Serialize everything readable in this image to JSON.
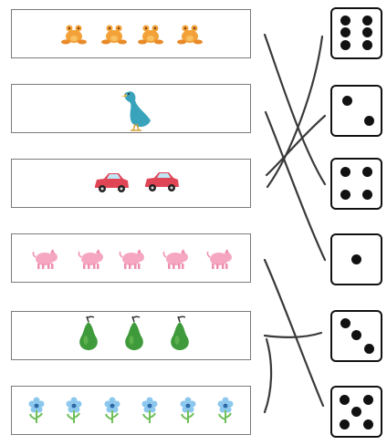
{
  "worksheet": {
    "rows": [
      {
        "icon": "frog-icon",
        "count": 4
      },
      {
        "icon": "duck-icon",
        "count": 1
      },
      {
        "icon": "car-icon",
        "count": 2
      },
      {
        "icon": "pig-icon",
        "count": 5
      },
      {
        "icon": "pear-icon",
        "count": 3
      },
      {
        "icon": "flower-icon",
        "count": 6
      }
    ],
    "dice": [
      6,
      2,
      4,
      1,
      3,
      5
    ],
    "colors": {
      "frog": "#f0a030",
      "duck": "#3a9fb8",
      "car": "#e04050",
      "pig": "#f5a6c0",
      "pear": "#3e9a3a",
      "flower": "#7fc0e8"
    }
  }
}
